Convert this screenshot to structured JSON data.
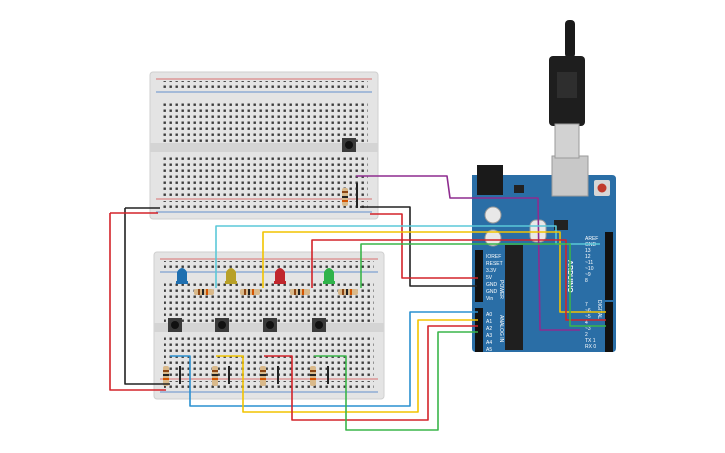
{
  "circuit": {
    "arduino": {
      "power_header_labels": [
        "IOREF",
        "RESET",
        "3.3V",
        "5V",
        "GND",
        "GND",
        "Vin"
      ],
      "power_label": "POWER",
      "analog_header_labels": [
        "A0",
        "A1",
        "A2",
        "A3",
        "A4",
        "A5"
      ],
      "analog_label": "ANALOG IN",
      "digital_header_labels": [
        "AREF",
        "GND",
        "13",
        "12",
        "~11",
        "~10",
        "~9",
        "8",
        "7",
        "~6",
        "~5",
        "4",
        "~3",
        "2",
        "TX 1",
        "RX 0"
      ],
      "digital_label": "DIGITAL",
      "logo_text": "ARDUINO",
      "board_color": "#2a6ea6"
    },
    "leds": [
      {
        "color": "#1e6fb0",
        "name": "blue"
      },
      {
        "color": "#b8a028",
        "name": "yellow"
      },
      {
        "color": "#c0262d",
        "name": "red"
      },
      {
        "color": "#2fb34a",
        "name": "green"
      }
    ],
    "wire_colors": {
      "purple": "#8e2c8f",
      "black": "#222222",
      "red": "#d3232a",
      "cyan": "#5bc8d8",
      "yellow": "#f2c400",
      "green": "#3ab54a",
      "blue": "#2a90d0"
    }
  }
}
